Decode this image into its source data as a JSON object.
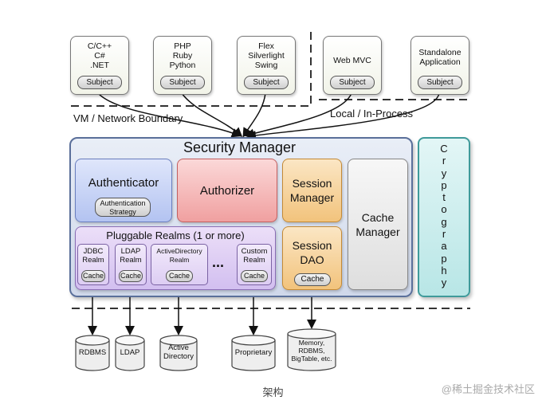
{
  "clients": [
    {
      "label": "C/C++\nC#\n.NET",
      "subject": "Subject"
    },
    {
      "label": "PHP\nRuby\nPython",
      "subject": "Subject"
    },
    {
      "label": "Flex\nSilverlight\nSwing",
      "subject": "Subject"
    },
    {
      "label": "Web MVC",
      "subject": "Subject"
    },
    {
      "label": "Standalone\nApplication",
      "subject": "Subject"
    }
  ],
  "boundaries": {
    "vm_network": "VM / Network Boundary",
    "local": "Local / In-Process"
  },
  "security_manager": {
    "title": "Security Manager",
    "authenticator": "Authenticator",
    "authentication_strategy": "Authentication\nStrategy",
    "authorizer": "Authorizer",
    "session_manager": "Session\nManager",
    "cache_manager": "Cache\nManager",
    "session_dao": "Session\nDAO",
    "session_dao_cache": "Cache",
    "pluggable_realms": "Pluggable Realms (1 or more)",
    "ellipsis": "...",
    "realms": [
      {
        "label": "JDBC\nRealm",
        "cache": "Cache"
      },
      {
        "label": "LDAP\nRealm",
        "cache": "Cache"
      },
      {
        "label": "ActiveDirectory\nRealm",
        "cache": "Cache"
      },
      {
        "label": "Custom\nRealm",
        "cache": "Cache"
      }
    ]
  },
  "cryptography": "C\nr\ny\np\nt\no\ng\nr\na\np\nh\ny",
  "datastores": [
    {
      "label": "RDBMS"
    },
    {
      "label": "LDAP"
    },
    {
      "label": "Active\nDirectory"
    },
    {
      "label": "Proprietary"
    },
    {
      "label": "Memory,\nRDBMS,\nBigTable, etc."
    }
  ],
  "caption": "架构",
  "watermark": "@稀土掘金技术社区"
}
